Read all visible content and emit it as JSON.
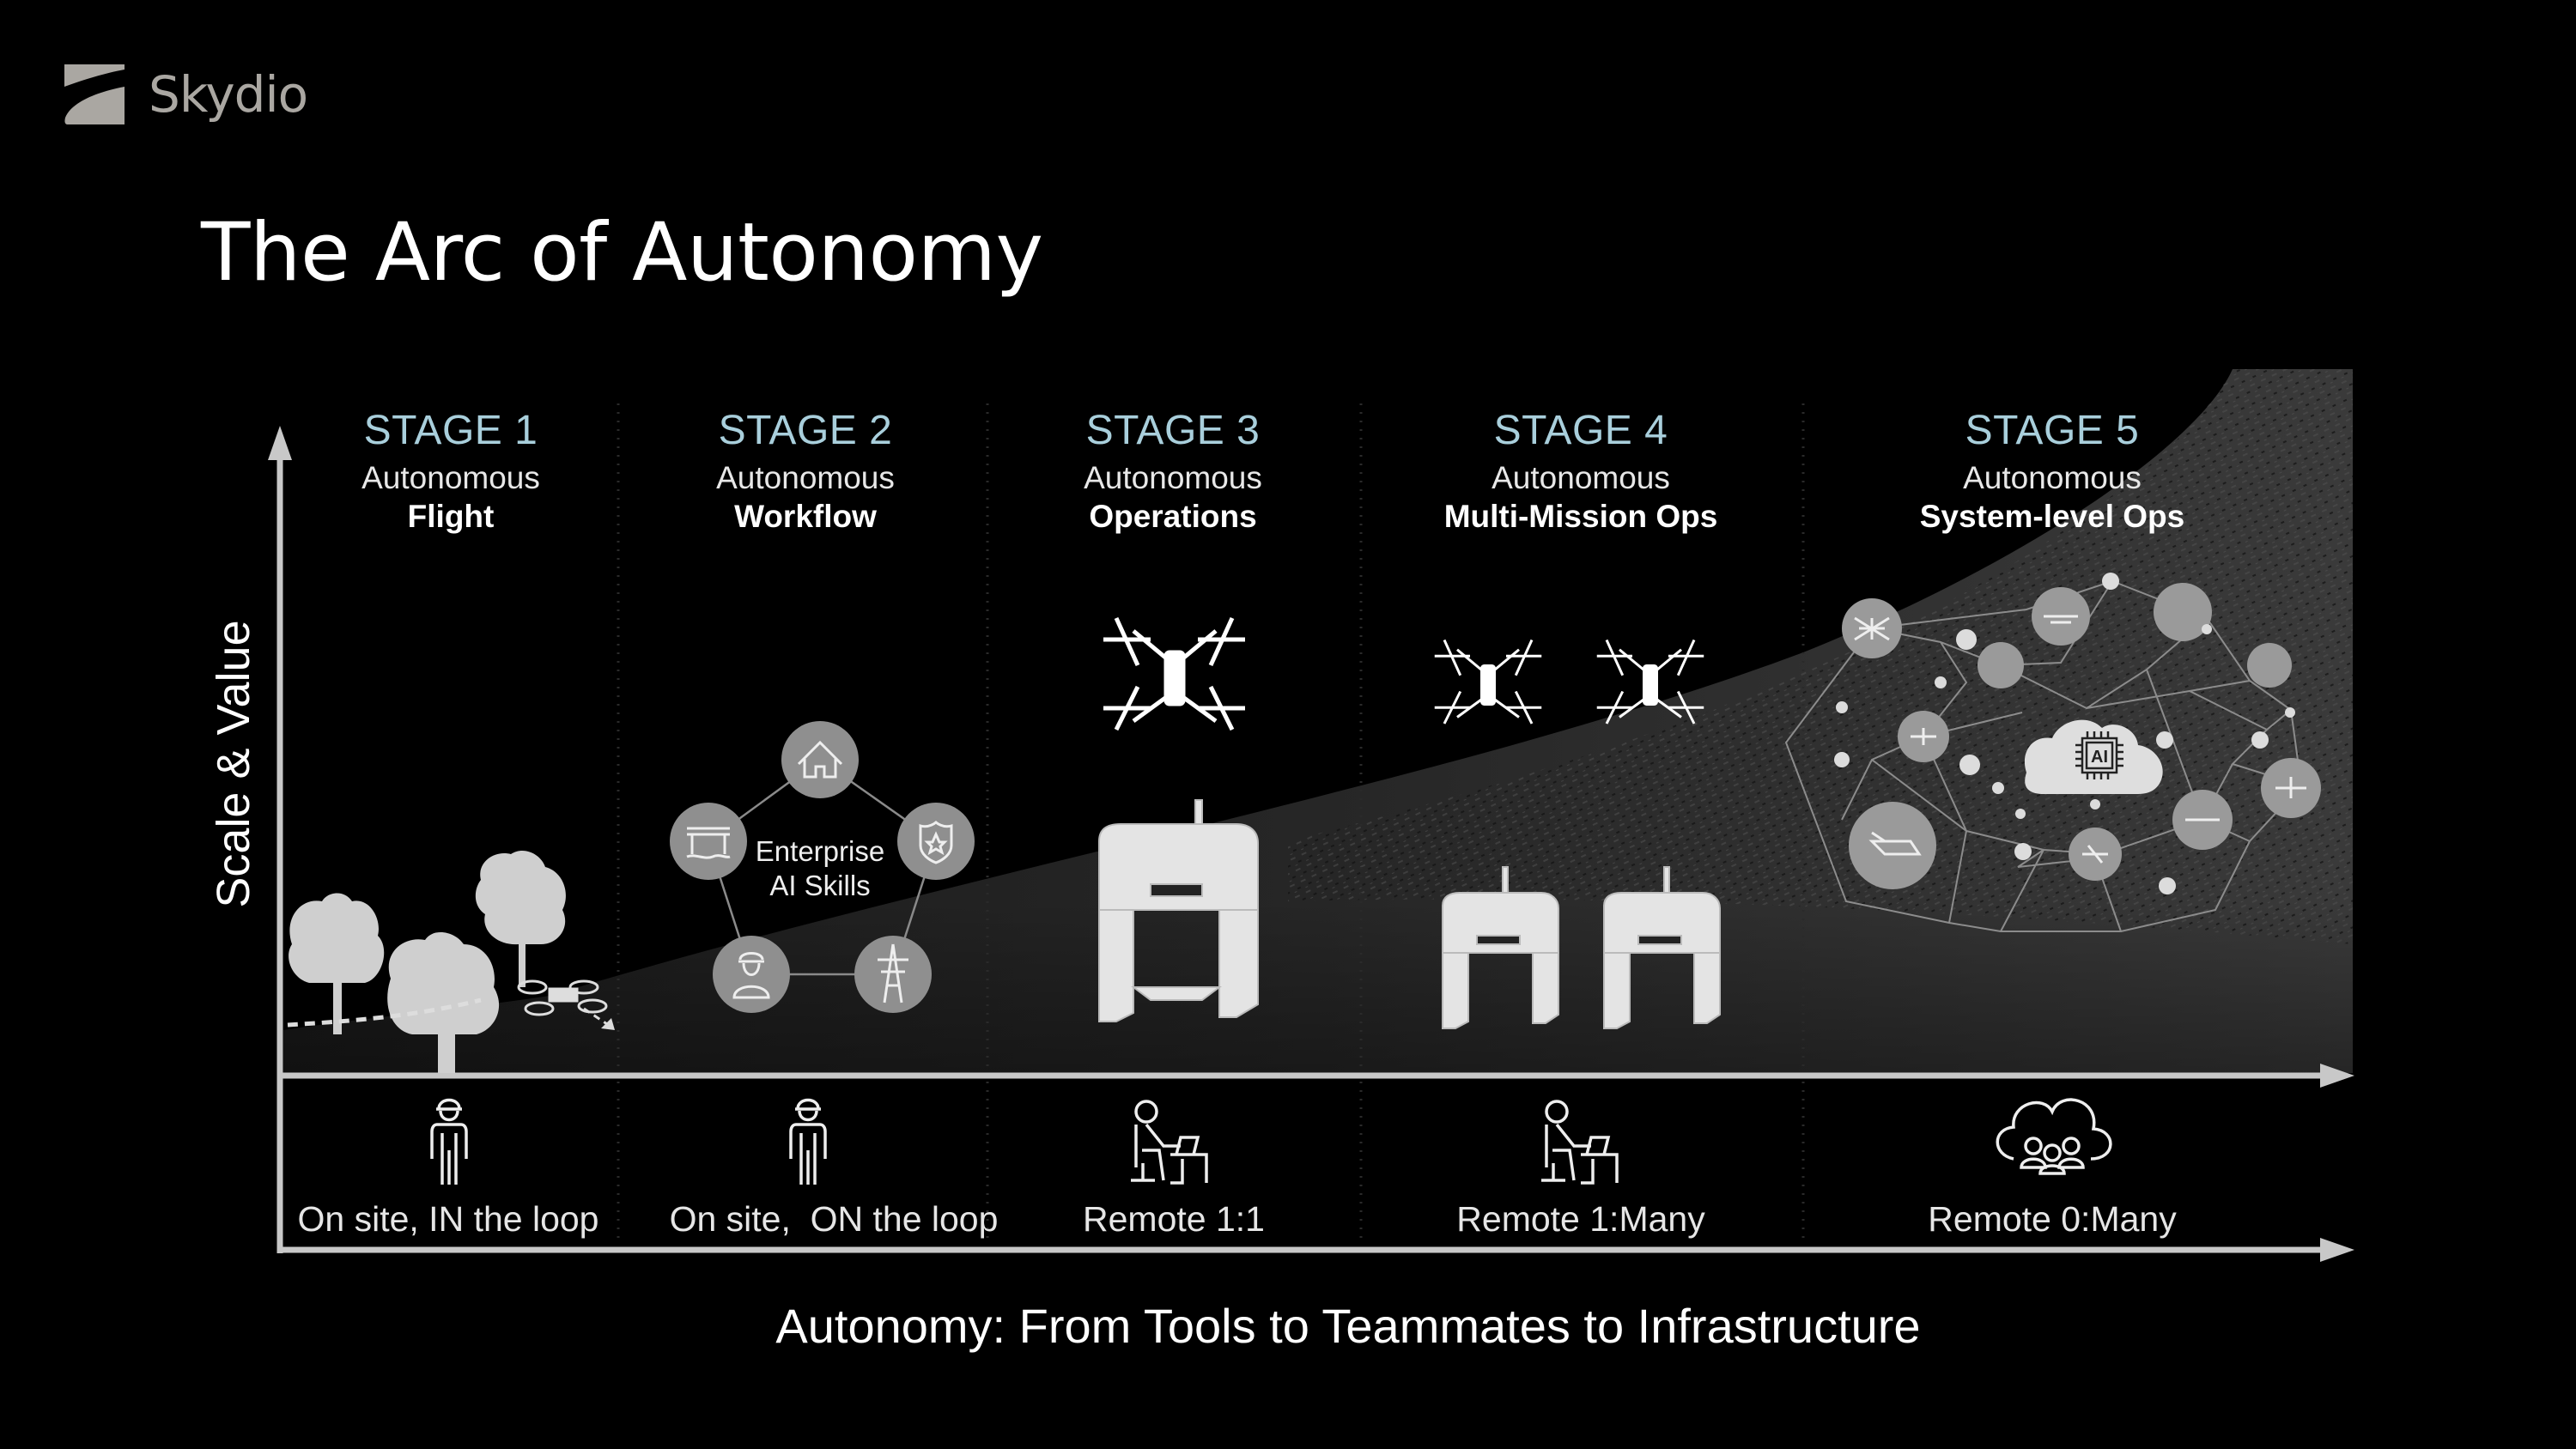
{
  "brand": {
    "name": "Skydio",
    "logo_icon": "skydio-logo-mark",
    "color": "#aaa7a2"
  },
  "slide": {
    "title": "The Arc of Autonomy"
  },
  "diagram": {
    "y_axis_label": "Scale & Value",
    "x_axis_caption": "Autonomy: From Tools to Teammates to Infrastructure",
    "accent_color": "#a9cfdc",
    "stages": [
      {
        "number": "STAGE 1",
        "subtitle": "Autonomous",
        "name": "Flight",
        "illustration": "trees-and-drone-flight-path",
        "operator_icon": "hardhat-worker-icon",
        "operator_label": "On site, IN the loop"
      },
      {
        "number": "STAGE 2",
        "subtitle": "Autonomous",
        "name": "Workflow",
        "illustration": "enterprise-ai-skills-pentagon",
        "operator_icon": "hardhat-worker-icon",
        "operator_label": "On site,  ON the loop"
      },
      {
        "number": "STAGE 3",
        "subtitle": "Autonomous",
        "name": "Operations",
        "illustration": "drone-and-dock",
        "operator_icon": "remote-operator-desk-icon",
        "operator_label": "Remote 1:1"
      },
      {
        "number": "STAGE 4",
        "subtitle": "Autonomous",
        "name": "Multi-Mission Ops",
        "illustration": "two-drones-and-two-docks",
        "operator_icon": "remote-operator-desk-icon",
        "operator_label": "Remote 1:Many"
      },
      {
        "number": "STAGE 5",
        "subtitle": "Autonomous",
        "name": "System-level Ops",
        "illustration": "ai-cloud-network-of-aircraft",
        "operator_icon": "cloud-people-icon",
        "operator_label": "Remote 0:Many"
      }
    ],
    "enterprise_skills": {
      "label_line1": "Enterprise",
      "label_line2": "AI Skills",
      "nodes": [
        "house-icon",
        "police-shield-icon",
        "power-tower-icon",
        "firefighter-icon",
        "bridge-icon"
      ]
    },
    "ai_cloud": {
      "chip_label": "AI"
    }
  }
}
